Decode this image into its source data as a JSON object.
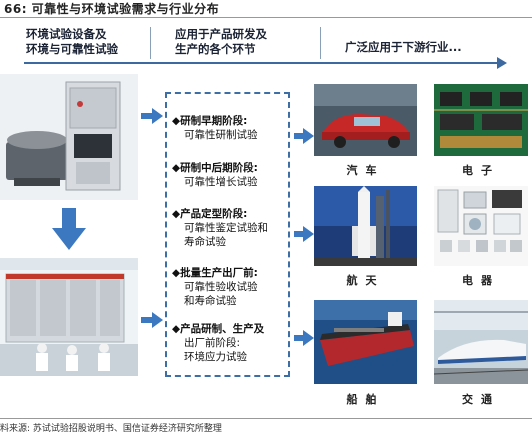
{
  "title": "66:  可靠性与环境试验需求与行业分布",
  "header": {
    "left": [
      "环境试验设备及",
      "环境与可靠性试验"
    ],
    "middle": [
      "应用于产品研发及",
      "生产的各个环节"
    ],
    "right": "广泛应用于下游行业..."
  },
  "stages": [
    {
      "title": "◆研制早期阶段:",
      "body": [
        "可靠性研制试验"
      ]
    },
    {
      "title": "◆研制中后期阶段:",
      "body": [
        "可靠性增长试验"
      ]
    },
    {
      "title": "◆产品定型阶段:",
      "body": [
        "可靠性鉴定试验和",
        "寿命试验"
      ]
    },
    {
      "title": "◆批量生产出厂前:",
      "body": [
        "可靠性验收试验",
        "和寿命试验"
      ]
    },
    {
      "title": "◆产品研制、生产及",
      "body": [
        "出厂前阶段:",
        "环境应力试验"
      ]
    }
  ],
  "industries": [
    {
      "label": "汽车",
      "icon": "car-factory-image"
    },
    {
      "label": "电子",
      "icon": "circuit-board-image"
    },
    {
      "label": "航天",
      "icon": "rocket-image"
    },
    {
      "label": "电器",
      "icon": "appliances-image"
    },
    {
      "label": "船舶",
      "icon": "ship-image"
    },
    {
      "label": "交通",
      "icon": "train-image"
    }
  ],
  "source": "料来源:  苏试试验招股说明书、国信证券经济研究所整理",
  "colors": {
    "accent": "#3c6aa0",
    "dashed_border": "#3d6ea5",
    "arrow": "#3c78c0"
  }
}
